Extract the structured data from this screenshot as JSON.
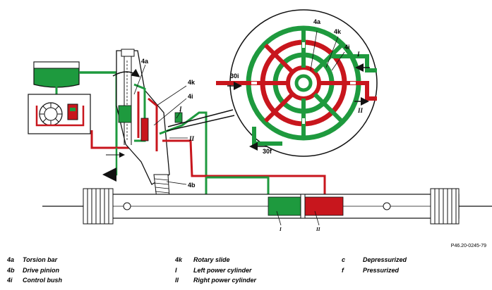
{
  "figure_ref": "P46.20-0245-79",
  "labels": {
    "torsion_bar": "4a",
    "rotary_slide": "4k",
    "control_bush": "4i",
    "drive_pinion": "4b",
    "left_cyl": "I",
    "right_cyl": "II",
    "pressurized": "30f",
    "depressurized": "30i",
    "cyl_left_small": "I",
    "cyl_right_small": "II"
  },
  "legend": {
    "col1": [
      {
        "key": "4a",
        "text": "Torsion bar"
      },
      {
        "key": "4b",
        "text": "Drive pinion"
      },
      {
        "key": "4i",
        "text": "Control bush"
      }
    ],
    "col2": [
      {
        "key": "4k",
        "text": "Rotary slide"
      },
      {
        "key": "I",
        "text": "Left power cylinder"
      },
      {
        "key": "II",
        "text": "Right power cylinder"
      }
    ],
    "col3": [
      {
        "key": "c",
        "text": "Depressurized"
      },
      {
        "key": "f",
        "text": "Pressurized"
      }
    ]
  },
  "colors": {
    "pressurized": "#c8161d",
    "depressurized": "#1e9a3e",
    "outline": "#1a1a1a"
  }
}
